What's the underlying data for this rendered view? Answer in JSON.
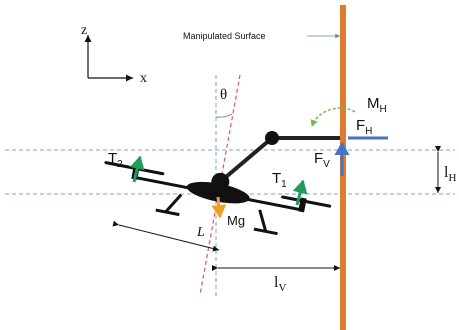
{
  "labels": {
    "z": "z",
    "x": "x",
    "manipulated_surface": "Manipulated Surface",
    "theta": "θ",
    "M_H_main": "M",
    "M_H_sub": "H",
    "F_H_main": "F",
    "F_H_sub": "H",
    "F_V_main": "F",
    "F_V_sub": "V",
    "l_H_main": "l",
    "l_H_sub": "H",
    "l_V_main": "l",
    "l_V_sub": "V",
    "T1_main": "T",
    "T1_sub": "1",
    "T2_main": "T",
    "T2_sub": "2",
    "Mg": "Mg",
    "L": "L"
  },
  "colors": {
    "wall": "#E07B2C",
    "dashed_blue": "#7AA6D6",
    "dashed_red": "#E05555",
    "thrust": "#1E9E5A",
    "gravity": "#F0A020",
    "force": "#4A72C4",
    "moment": "#6DBE45",
    "body": "#111111"
  },
  "icons": [
    "axis-arrows",
    "moment-arc-arrow",
    "thrust-arrow",
    "gravity-arrow",
    "force-arrow"
  ]
}
